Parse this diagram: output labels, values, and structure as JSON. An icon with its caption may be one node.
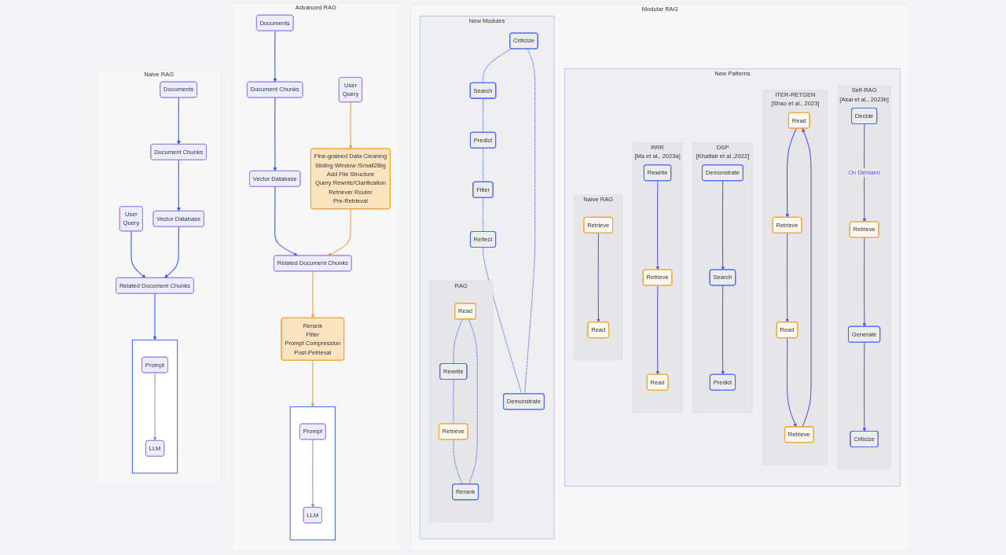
{
  "diagram": {
    "nodes": [
      {
        "text": [
          "Naive RAG"
        ]
      },
      {
        "text": [
          "User",
          "Query"
        ],
        "in": 0
      },
      {
        "text": [
          "Documents"
        ],
        "in": 0
      },
      {
        "text": [
          "Document Chunks"
        ],
        "in": 0
      },
      {
        "text": [
          "Vector Database"
        ],
        "in": 0
      },
      {
        "text": [
          "Related Document Chunks"
        ],
        "in": 0
      },
      {
        "text": [],
        "shape": "box",
        "in": 0
      },
      {
        "text": [
          "Prompt"
        ],
        "in": 6
      },
      {
        "text": [
          "LLM"
        ],
        "in": 6
      },
      {
        "text": [
          "Advanced RAG"
        ]
      },
      {
        "text": [
          "User",
          "Query"
        ],
        "in": 9
      },
      {
        "text": [
          "Documents"
        ],
        "in": 9
      },
      {
        "text": [
          "Document Chunks"
        ],
        "in": 9
      },
      {
        "text": [
          "Vector Database"
        ],
        "in": 9
      },
      {
        "text": [
          "Fine-grained Data Cleaning",
          "Sliding Window /Small2Big",
          "Add File Structure",
          "Query Rewrite/Clarification",
          "Retriever Router",
          "Pre-Retrieval"
        ],
        "in": 9
      },
      {
        "text": [
          "Related Document Chunks"
        ],
        "in": 9
      },
      {
        "text": [
          "Rerank",
          "Filter",
          "Prompt Compression",
          "Post-Petrieval"
        ],
        "in": 9
      },
      {
        "text": [],
        "shape": "box",
        "in": 9
      },
      {
        "text": [
          "Prompt"
        ],
        "in": 17
      },
      {
        "text": [
          "LLM"
        ],
        "in": 17
      },
      {
        "text": [
          "Modular RAG"
        ]
      },
      {
        "text": [
          "New Modules"
        ],
        "in": 20
      },
      {
        "text": [
          "Search"
        ],
        "in": 21
      },
      {
        "text": [
          "Criticize"
        ],
        "in": 21
      },
      {
        "text": [
          "Predict"
        ],
        "in": 21
      },
      {
        "text": [
          "RAG"
        ],
        "in": 21
      },
      {
        "text": [
          "Retrieve"
        ],
        "in": 25
      },
      {
        "text": [
          "Rewrite"
        ],
        "in": 25
      },
      {
        "text": [
          "Rerank"
        ],
        "in": 25
      },
      {
        "text": [
          "Read"
        ],
        "in": 25
      },
      {
        "text": [
          "Demonstrate"
        ],
        "in": 21
      },
      {
        "text": [
          "Filter"
        ],
        "in": 21
      },
      {
        "text": [
          "Reflect"
        ],
        "in": 21
      },
      {
        "text": [
          "New Patterns"
        ],
        "in": 20
      },
      {
        "text": [
          "Naive RAG"
        ],
        "in": 33
      },
      {
        "text": [
          "Retrieve"
        ],
        "in": 34
      },
      {
        "text": [
          "Read"
        ],
        "in": 34
      },
      {
        "text": [
          "RRR",
          "[Ma et al., 2023a]"
        ],
        "in": 33
      },
      {
        "text": [
          "Rewrite"
        ],
        "in": 37
      },
      {
        "text": [
          "Retrieve"
        ],
        "in": 37
      },
      {
        "text": [
          "Read"
        ],
        "in": 37
      },
      {
        "text": [
          "DSP",
          "[Khattab et al.,2022]"
        ],
        "in": 33
      },
      {
        "text": [
          "Demonstrate"
        ],
        "in": 41
      },
      {
        "text": [
          "Search"
        ],
        "in": 41
      },
      {
        "text": [
          "Predict"
        ],
        "in": 41
      },
      {
        "text": [
          "ITER-RETGEN",
          "[Shao et al., 2023]"
        ],
        "in": 33
      },
      {
        "text": [
          "Retrieve"
        ],
        "in": 45
      },
      {
        "text": [
          "Read"
        ],
        "in": 45
      },
      {
        "text": [
          "Retrieve"
        ],
        "in": 45
      },
      {
        "text": [
          "Read"
        ],
        "in": 45
      },
      {
        "text": [
          "Self-RAG",
          "[Asai et al., 2023b]"
        ],
        "in": 33
      },
      {
        "text": [
          "Decide"
        ],
        "in": 50
      },
      {
        "text": [
          "Retrieve"
        ],
        "in": 50
      },
      {
        "text": [
          "Generate"
        ],
        "in": 50
      },
      {
        "text": [
          "Criticize"
        ],
        "in": 50
      }
    ],
    "edges": [
      {
        "from": 1,
        "to": 5,
        "arrow": "to"
      },
      {
        "from": 2,
        "to": 3,
        "arrow": "to"
      },
      {
        "from": 3,
        "to": 4,
        "arrow": "to"
      },
      {
        "from": 4,
        "to": 5,
        "arrow": "to"
      },
      {
        "from": 5,
        "to": 6,
        "arrow": "to"
      },
      {
        "from": 7,
        "to": 8,
        "arrow": "to",
        "color": "#9a9a9a"
      },
      {
        "from": 10,
        "to": 14,
        "arrow": "to",
        "color": "#f0a030"
      },
      {
        "from": 11,
        "to": 12,
        "arrow": "to"
      },
      {
        "from": 12,
        "to": 13,
        "arrow": "to"
      },
      {
        "from": 13,
        "to": 15,
        "arrow": "to"
      },
      {
        "from": 14,
        "to": 15,
        "arrow": "to",
        "color": "#f0a030"
      },
      {
        "from": 15,
        "to": 16,
        "arrow": "to",
        "color": "#f0a030"
      },
      {
        "from": 16,
        "to": 17,
        "arrow": "to",
        "color": "#f0a030"
      },
      {
        "from": 18,
        "to": 19,
        "arrow": "to",
        "color": "#9a9a9a"
      },
      {
        "from": 23,
        "to": 22,
        "arrow": "none",
        "style": "dashed"
      },
      {
        "from": 22,
        "to": 24,
        "arrow": "none",
        "style": "dashed"
      },
      {
        "from": 24,
        "to": 31,
        "arrow": "none",
        "style": "dashed"
      },
      {
        "from": 31,
        "to": 32,
        "arrow": "none",
        "style": "dashed"
      },
      {
        "from": 32,
        "to": 30,
        "arrow": "none",
        "style": "dashed"
      },
      {
        "from": 30,
        "to": 23,
        "arrow": "none",
        "style": "dashed"
      },
      {
        "from": 26,
        "to": 28,
        "arrow": "none",
        "style": "dashed"
      },
      {
        "from": 28,
        "to": 29,
        "arrow": "none",
        "style": "dashed"
      },
      {
        "from": 29,
        "to": 27,
        "arrow": "none",
        "style": "dashed"
      },
      {
        "from": 27,
        "to": 26,
        "arrow": "none",
        "style": "dashed"
      },
      {
        "from": 35,
        "to": 36,
        "arrow": "to",
        "color": "#6a4cf5"
      },
      {
        "from": 38,
        "to": 39,
        "arrow": "to",
        "color": "#6a4cf5"
      },
      {
        "from": 39,
        "to": 40,
        "arrow": "to",
        "color": "#6a4cf5"
      },
      {
        "from": 42,
        "to": 43,
        "arrow": "to",
        "color": "#6a4cf5"
      },
      {
        "from": 43,
        "to": 44,
        "arrow": "to",
        "color": "#6a4cf5"
      },
      {
        "from": 46,
        "to": 47,
        "arrow": "to",
        "color": "#6a4cf5"
      },
      {
        "from": 47,
        "to": 48,
        "arrow": "to",
        "color": "#6a4cf5"
      },
      {
        "from": 48,
        "to": 49,
        "arrow": "to",
        "color": "#6a4cf5"
      },
      {
        "from": 49,
        "to": 46,
        "arrow": "to"
      },
      {
        "from": 51,
        "to": 52,
        "label": "On Demand",
        "arrow": "to",
        "color": "#6a4cf5"
      },
      {
        "from": 52,
        "to": 53,
        "arrow": "to",
        "color": "#6a4cf5"
      },
      {
        "from": 53,
        "to": 54,
        "arrow": "to",
        "color": "#6a4cf5"
      }
    ]
  }
}
